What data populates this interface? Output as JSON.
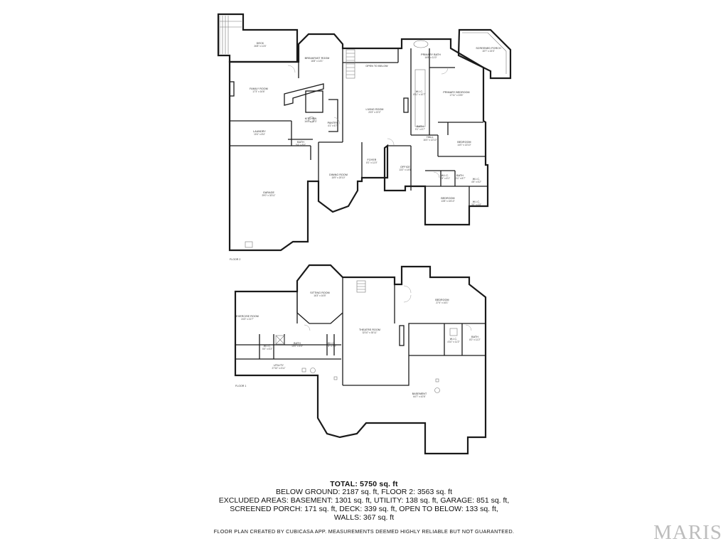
{
  "floors": [
    {
      "tag": "FLOOR 2",
      "rooms": [
        {
          "name": "DECK",
          "dims": "26'8\" x 11'6\""
        },
        {
          "name": "BREAKFAST ROOM",
          "dims": "16'8\" x 14'1\""
        },
        {
          "name": "OPEN TO BELOW",
          "dims": ""
        },
        {
          "name": "PRIMARY BATH",
          "dims": "16'8\" x 11'0\""
        },
        {
          "name": "SCREENED PORCH",
          "dims": "15'7\" x 15'3\""
        },
        {
          "name": "FAMILY ROOM",
          "dims": "17'3\" x 16'6\""
        },
        {
          "name": "LIVING ROOM",
          "dims": "23'3\" x 22'2\""
        },
        {
          "name": "W.I.C.",
          "dims": "8'11\" x 10'7\""
        },
        {
          "name": "PRIMARY BEDROOM",
          "dims": "17'11\" x 23'6\""
        },
        {
          "name": "KITCHEN",
          "dims": "16'5\" x 22'3\""
        },
        {
          "name": "PANTRY",
          "dims": "4'1\" x 6'7\""
        },
        {
          "name": "LAUNDRY",
          "dims": "10'4\" x 8'4\""
        },
        {
          "name": "BATH",
          "dims": "5'4\" x 8'6\""
        },
        {
          "name": "BATH",
          "dims": "5'1\" x 6'7\""
        },
        {
          "name": "HALL",
          "dims": "16'4\" x 12'10\""
        },
        {
          "name": "BEDROOM",
          "dims": "14'0\" x 13'10\""
        },
        {
          "name": "FOYER",
          "dims": "8'1\" x 11'0\""
        },
        {
          "name": "OFFICE",
          "dims": "13'2\" x 14'8\""
        },
        {
          "name": "W.I.C.",
          "dims": "5'8\" x 6'1\""
        },
        {
          "name": "BATH",
          "dims": "8'11\" x 8'7\""
        },
        {
          "name": "W.I.C.",
          "dims": "4'5\" x 6'2\""
        },
        {
          "name": "DINING ROOM",
          "dims": "15'9\" x 20'10\""
        },
        {
          "name": "GARAGE",
          "dims": "29'0\" x 32'11\""
        },
        {
          "name": "BEDROOM",
          "dims": "13'8\" x 15'10\""
        },
        {
          "name": "W.I.C.",
          "dims": "3'0\" x 4'8\""
        }
      ]
    },
    {
      "tag": "FLOOR 1",
      "rooms": [
        {
          "name": "SITTING ROOM",
          "dims": "16'3\" x 16'5\""
        },
        {
          "name": "BEDROOM",
          "dims": "27'4\" x 16'1\""
        },
        {
          "name": "EXERCISE ROOM",
          "dims": "24'3\" x 21'7\""
        },
        {
          "name": "THEATRE ROOM",
          "dims": "32'10\" x 30'11\""
        },
        {
          "name": "W.I.C.",
          "dims": "5'0\" x 6'3\""
        },
        {
          "name": "BATH",
          "dims": "10'0\" x 6'3\""
        },
        {
          "name": "W.I.C.",
          "dims": "4'6\" x 7'4\""
        },
        {
          "name": "W.I.C.",
          "dims": "4'10\" x 11'2\""
        },
        {
          "name": "BATH",
          "dims": "8'2\" x 11'2\""
        },
        {
          "name": "UTILITY",
          "dims": "27'10\" x 4'11\""
        },
        {
          "name": "BASEMENT",
          "dims": "64'7\" x 42'6\""
        }
      ]
    }
  ],
  "summary": {
    "total": "TOTAL: 5750 sq. ft",
    "below": "BELOW GROUND: 2187 sq. ft, FLOOR 2: 3563 sq. ft",
    "excluded": "EXCLUDED AREAS: BASEMENT: 1301 sq. ft, UTILITY: 138 sq. ft, GARAGE: 851 sq. ft,",
    "screened": "SCREENED PORCH: 171 sq. ft, DECK: 339 sq. ft, OPEN TO BELOW: 133 sq. ft,",
    "walls": "WALLS: 367 sq. ft"
  },
  "disclaimer": "FLOOR PLAN CREATED BY CUBICASA APP. MEASUREMENTS DEEMED HIGHLY RELIABLE BUT NOT GUARANTEED.",
  "brand": "MARIS"
}
